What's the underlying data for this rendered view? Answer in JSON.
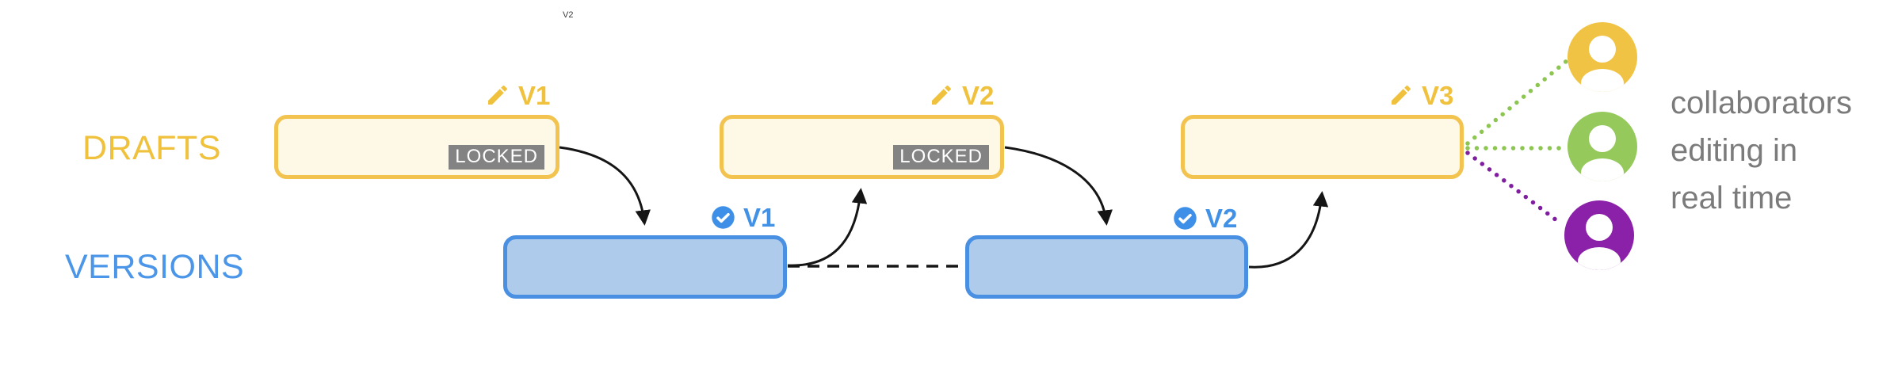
{
  "watermark": "V2",
  "labels": {
    "drafts": "DRAFTS",
    "versions": "VERSIONS"
  },
  "drafts": [
    {
      "label": "V1",
      "locked_label": "LOCKED"
    },
    {
      "label": "V2",
      "locked_label": "LOCKED"
    },
    {
      "label": "V3"
    }
  ],
  "versions": [
    {
      "label": "V1"
    },
    {
      "label": "V2"
    }
  ],
  "collaborators": {
    "caption_lines": [
      "collaborators",
      "editing in",
      "real time"
    ],
    "avatars": [
      {
        "name": "yellow-collaborator",
        "color": "#F0C344"
      },
      {
        "name": "green-collaborator",
        "color": "#95C95C"
      },
      {
        "name": "purple-collaborator",
        "color": "#8A21A8"
      }
    ]
  },
  "colors": {
    "draft_border": "#F2C34E",
    "draft_fill": "#FDF9E6",
    "draft_accent": "#EFC13C",
    "version_border": "#4A90E2",
    "version_fill": "#AECBEB",
    "version_accent": "#4191E6",
    "locked_bg": "#838383",
    "locked_text": "#FFFFFF",
    "caption_text": "#7B7B7B",
    "green_dots": "#8CC651",
    "purple_dots": "#7F1FA0",
    "arrow": "#151515"
  }
}
